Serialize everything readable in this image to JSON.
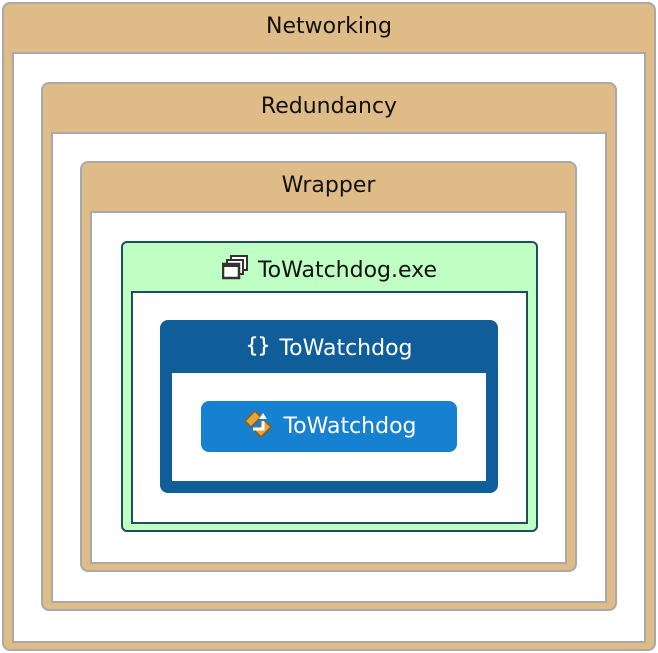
{
  "networking": {
    "label": "Networking"
  },
  "redundancy": {
    "label": "Redundancy"
  },
  "wrapper": {
    "label": "Wrapper"
  },
  "executable": {
    "label": "ToWatchdog.exe",
    "icon": "windows-stack-icon"
  },
  "namespace": {
    "label": "ToWatchdog",
    "icon": "braces-icon"
  },
  "component": {
    "label": "ToWatchdog",
    "icon": "arrows-component-icon"
  },
  "colors": {
    "tan": "#dfbb88",
    "green": "#bfffc4",
    "dark_blue": "#0f5e99",
    "light_blue": "#1581d0"
  }
}
